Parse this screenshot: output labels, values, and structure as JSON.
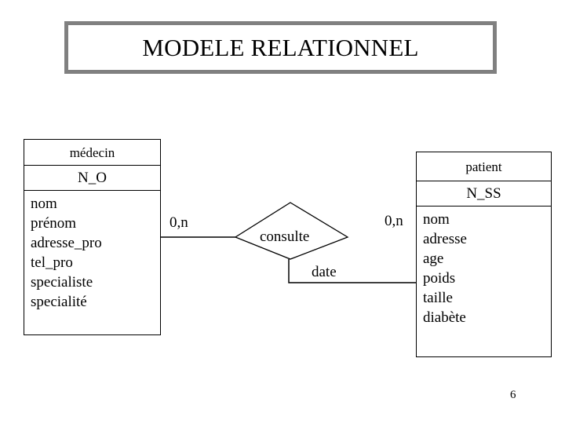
{
  "slide": {
    "title": "MODELE RELATIONNEL",
    "page_number": "6",
    "title_border_color": "#808080",
    "line_color": "#000000",
    "background_color": "#ffffff"
  },
  "entities": [
    {
      "name": "médecin",
      "key": "N_O",
      "attributes": [
        "nom",
        "prénom",
        "adresse_pro",
        "tel_pro",
        "specialiste",
        "specialité"
      ]
    },
    {
      "name": "patient",
      "key": "N_SS",
      "attributes": [
        "nom",
        "adresse",
        "age",
        "poids",
        "taille",
        "diabète"
      ]
    }
  ],
  "relationship": {
    "name": "consulte",
    "attribute": "date",
    "cardinality_left": "0,n",
    "cardinality_right": "0,n"
  }
}
